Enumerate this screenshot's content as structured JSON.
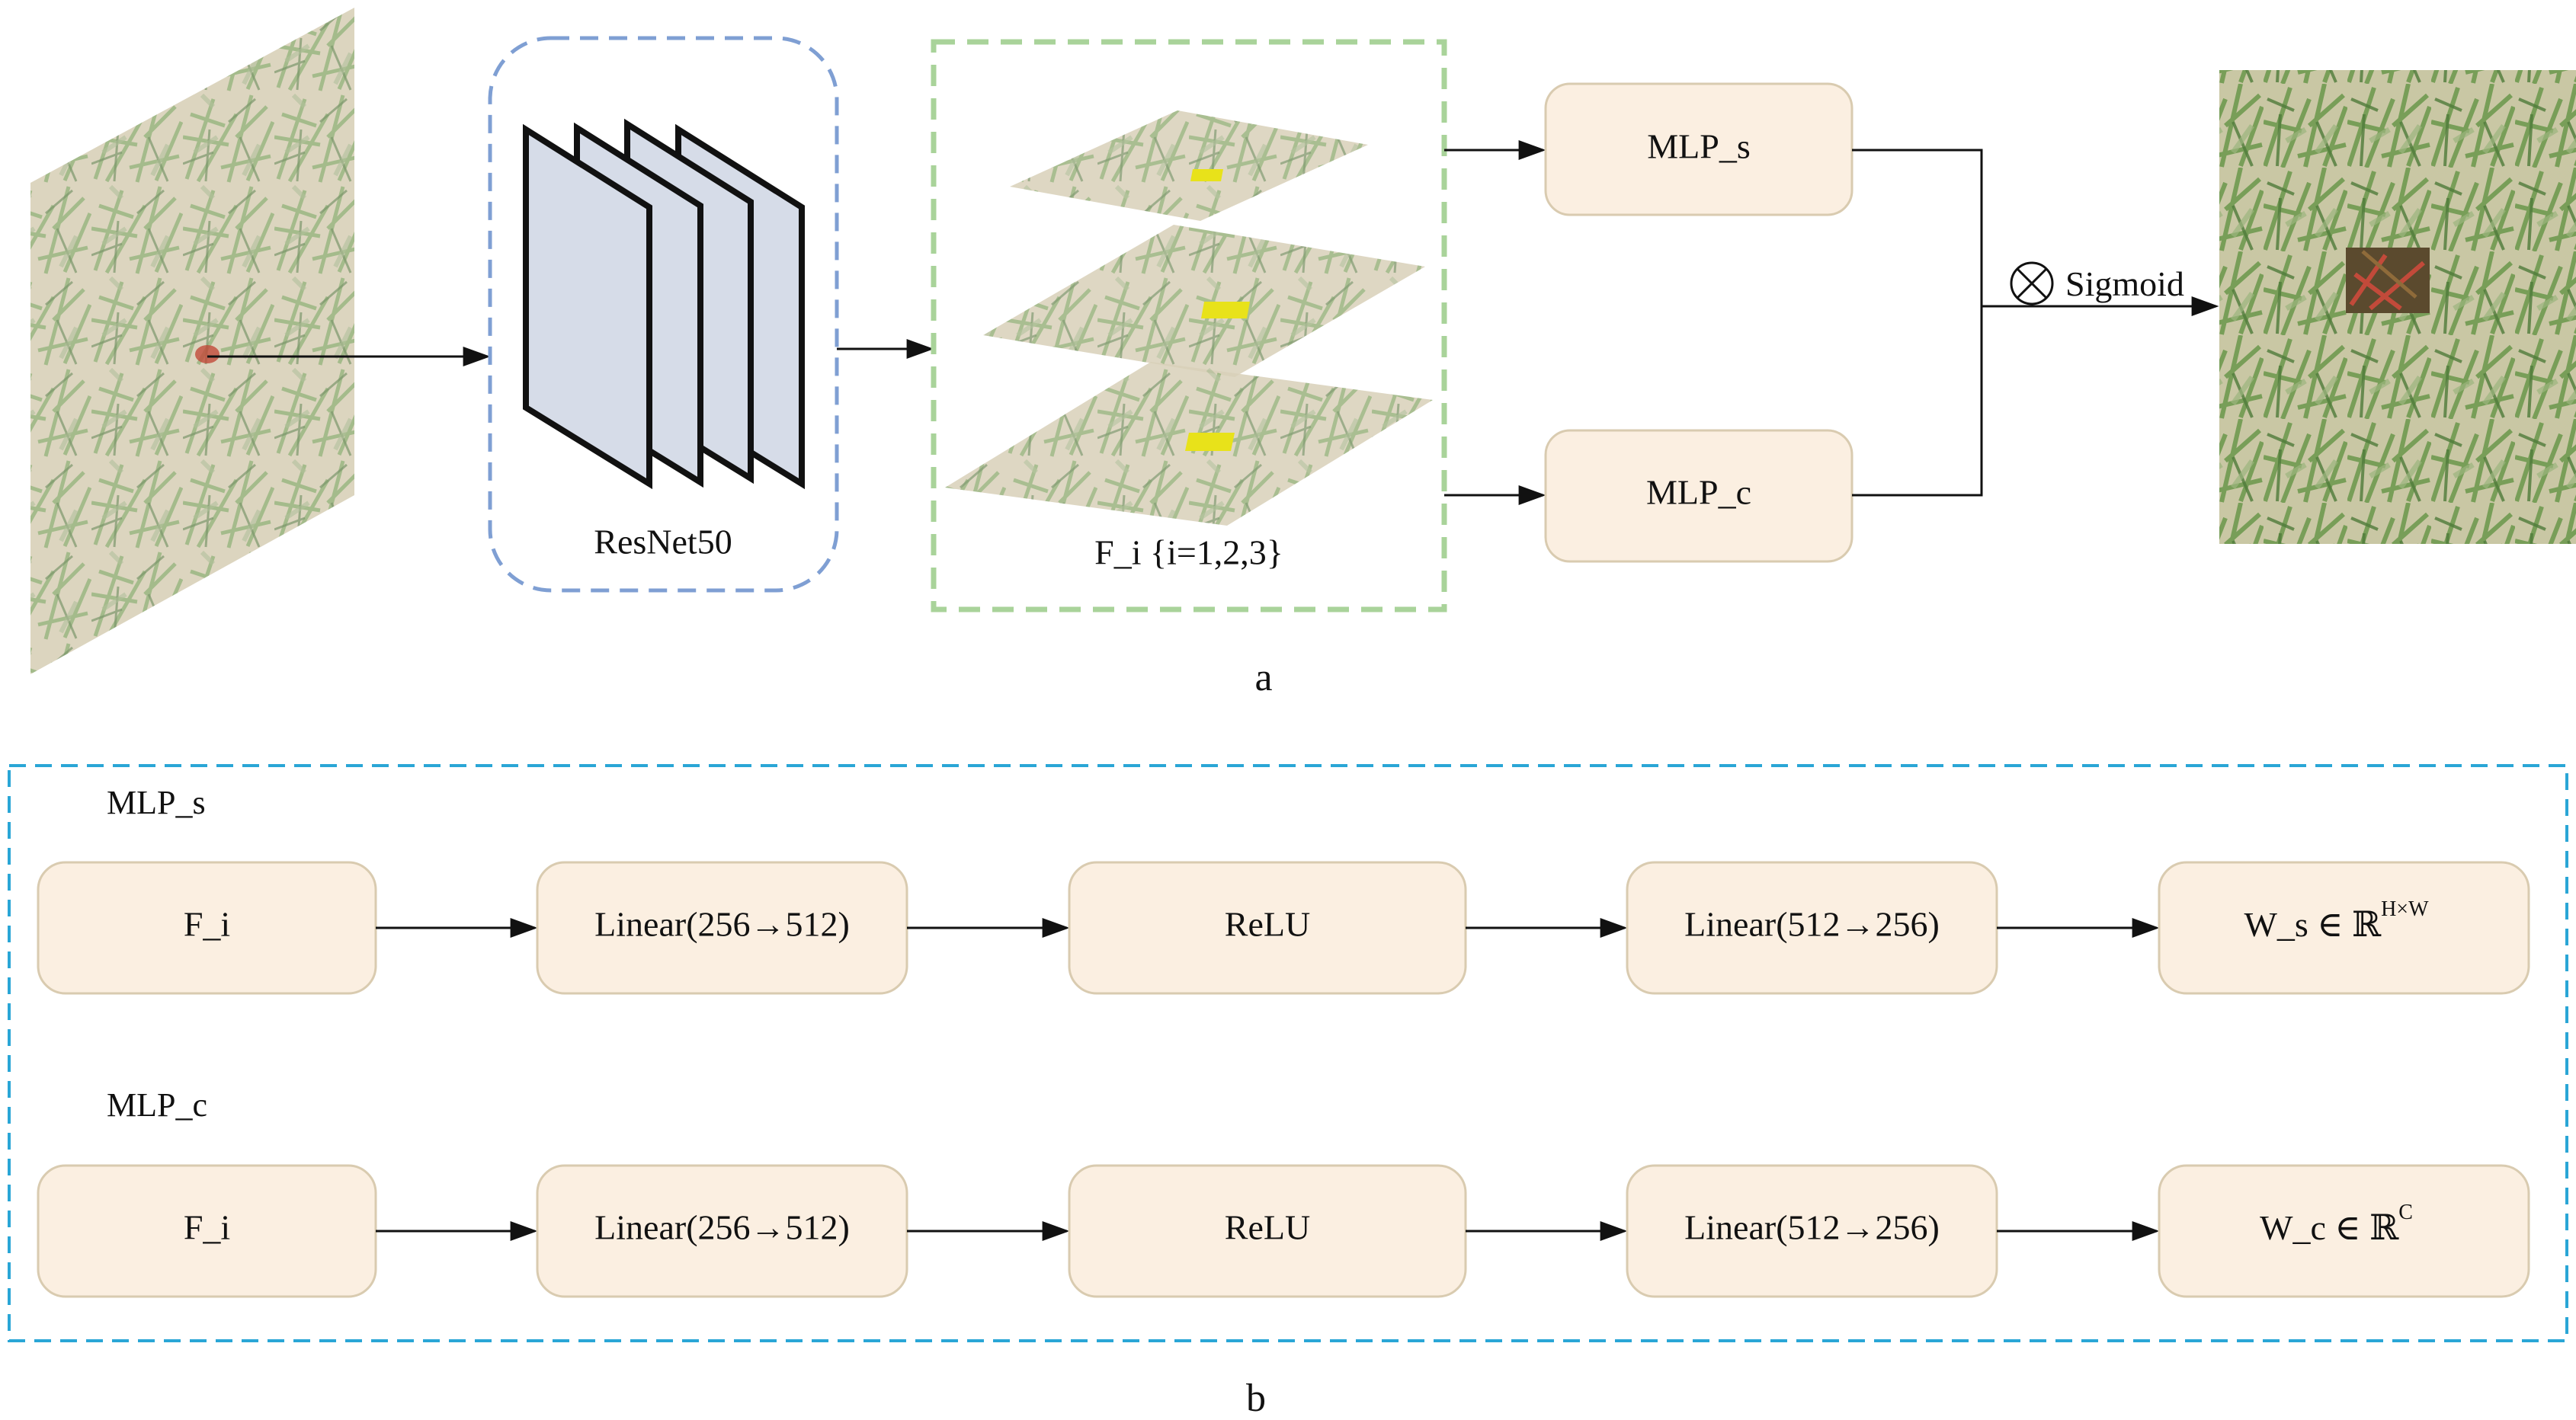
{
  "panel_a": {
    "caption": "a",
    "backbone_label": "ResNet50",
    "features_label": "F_i {i=1,2,3}",
    "mlp_s_label": "MLP_s",
    "mlp_c_label": "MLP_c",
    "fusion_op_label": "Sigmoid"
  },
  "panel_b": {
    "caption": "b",
    "rows": [
      {
        "title": "MLP_s",
        "steps": [
          "F_i",
          "Linear(256→512)",
          "ReLU",
          "Linear(512→256)"
        ],
        "output_main": "W_s ∈ ℝ",
        "output_sup": "H×W"
      },
      {
        "title": "MLP_c",
        "steps": [
          "F_i",
          "Linear(256→512)",
          "ReLU",
          "Linear(512→256)"
        ],
        "output_main": "W_c ∈ ℝ",
        "output_sup": "C"
      }
    ]
  },
  "colors": {
    "box_fill": "#fbefe1",
    "box_stroke": "#d9cbb0",
    "backbone_border": "#7f9fd3",
    "features_border": "#a9d39a",
    "panel_b_border": "#2aa6d6",
    "layer_fill": "#d6dce8",
    "highlight": "#e8e21a",
    "lesion": "#c24a3a"
  }
}
